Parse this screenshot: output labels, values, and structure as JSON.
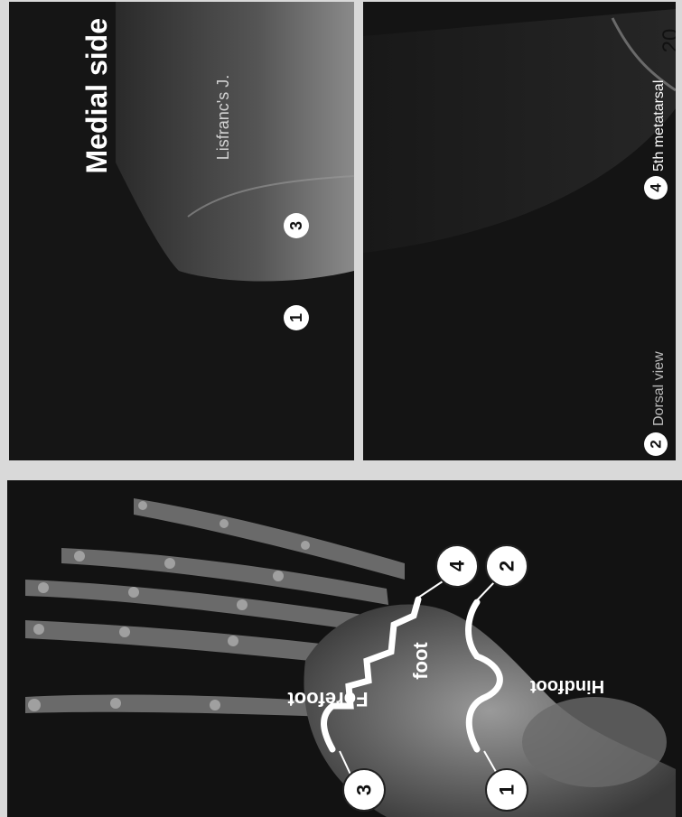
{
  "foot_panel": {
    "region_forefoot": "Forefoot",
    "region_midfoot": "foot",
    "region_hindfoot": "Hindfoot",
    "callouts": [
      "1",
      "2",
      "3",
      "4"
    ]
  },
  "photo_panel": {
    "heading": "Medial side",
    "upper_label": "Lisfranc's J.",
    "markers": [
      "1",
      "2",
      "3",
      "4"
    ],
    "caption_2": "Dorsal view",
    "caption_4": "5th metatarsal",
    "page_number": "20"
  },
  "colors": {
    "background": "#d9d9d9",
    "photo_dark": "#151515",
    "line_white": "#ffffff"
  }
}
